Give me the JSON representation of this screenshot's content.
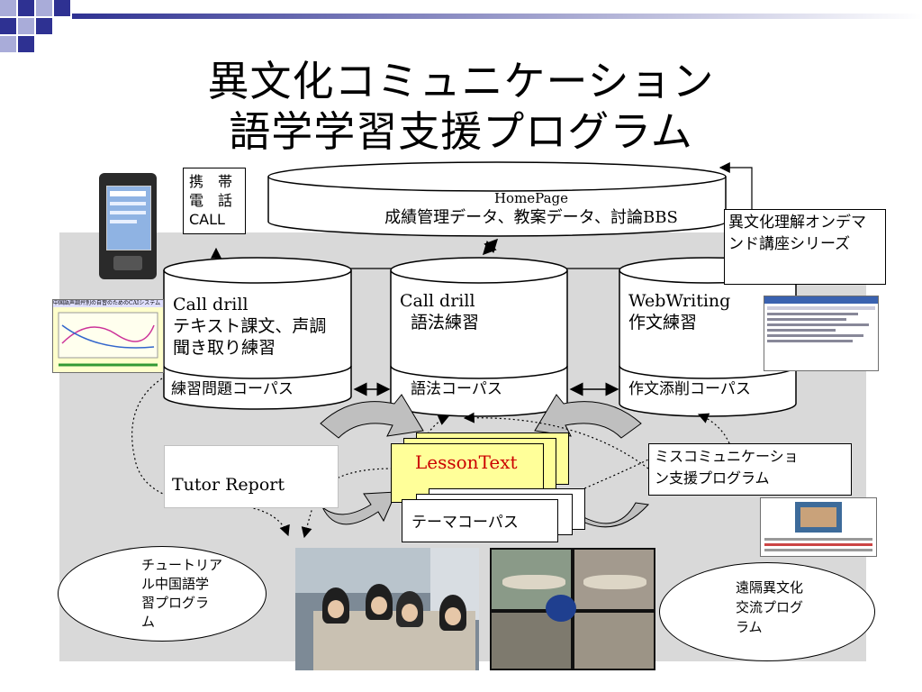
{
  "title": {
    "line1": "異文化コミュニケーション",
    "line2": "語学学習支援プログラム"
  },
  "phone_call": {
    "line1": "携　帯",
    "line2": "電　話",
    "line3": "CALL"
  },
  "homepage": {
    "title": "HomePage",
    "subtitle": "成績管理データ、教案データ、討論BBS"
  },
  "ondemand": {
    "line1": "異文化理解オンデマ",
    "line2": "ンド講座シリーズ"
  },
  "cylinders": {
    "left": {
      "line1": "Call drill",
      "line2": "テキスト課文、声調",
      "line3": "聞き取り練習",
      "corpus": "練習問題コーパス"
    },
    "middle": {
      "line1": "Call drill",
      "line2": "語法練習",
      "corpus": "語法コーパス"
    },
    "right": {
      "line1": "WebWriting",
      "line2": "作文練習",
      "corpus": "作文添削コーパス"
    }
  },
  "tutor_report": "Tutor Report",
  "lesson_text": "LessonText",
  "theme_corpus": "テーマコーパス",
  "miscomm": {
    "line1": "ミスコミュニケーショ",
    "line2": "ン支援プログラム"
  },
  "tutorial_oval": {
    "line1": "チュートリア",
    "line2": "ル中国語学",
    "line3": "習プログラ",
    "line4": "ム"
  },
  "remote_oval": {
    "line1": "遠隔異文化",
    "line2": "交流プログ",
    "line3": "ラム"
  },
  "cai_screenshot_caption": "中国語声調弁別の自習のためのCAIシステム",
  "colors": {
    "panel_gray": "#d9d9d9",
    "lesson_yellow": "#ffff99",
    "lesson_red": "#cc0000",
    "arrow_gray": "#bfbfbf",
    "bullet_navy": "#2e3192",
    "bullet_light": "#a9acd9"
  }
}
